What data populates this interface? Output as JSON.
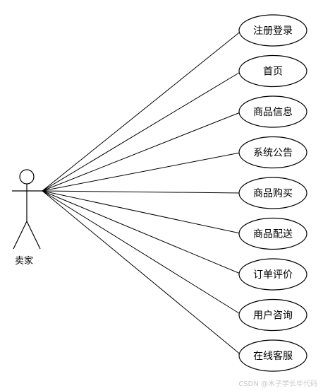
{
  "actor": {
    "name": "卖家"
  },
  "use_cases": [
    {
      "label": "注册登录"
    },
    {
      "label": "首页"
    },
    {
      "label": "商品信息"
    },
    {
      "label": "系统公告"
    },
    {
      "label": "商品购买"
    },
    {
      "label": "商品配送"
    },
    {
      "label": "订单评价"
    },
    {
      "label": "用户咨询"
    },
    {
      "label": "在线客服"
    }
  ],
  "watermark": "CSDN @木子学长毕代码",
  "colors": {
    "stroke": "#000000",
    "background": "#ffffff"
  }
}
